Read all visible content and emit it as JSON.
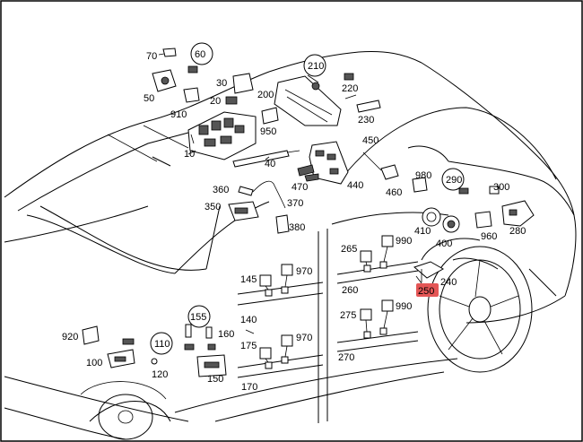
{
  "diagram": {
    "callouts": {
      "c10": "10",
      "c20": "20",
      "c30": "30",
      "c40": "40",
      "c50": "50",
      "c60": "60",
      "c70": "70",
      "c100": "100",
      "c110": "110",
      "c120": "120",
      "c140": "140",
      "c145": "145",
      "c150": "150",
      "c155": "155",
      "c160": "160",
      "c170": "170",
      "c175": "175",
      "c200": "200",
      "c210": "210",
      "c220": "220",
      "c230": "230",
      "c240": "240",
      "c250": "250",
      "c260": "260",
      "c265": "265",
      "c270": "270",
      "c275": "275",
      "c280": "280",
      "c290": "290",
      "c300": "300",
      "c350": "350",
      "c360": "360",
      "c370": "370",
      "c380": "380",
      "c400": "400",
      "c410": "410",
      "c440": "440",
      "c450": "450",
      "c460": "460",
      "c470": "470",
      "c910": "910",
      "c920": "920",
      "c950": "950",
      "c960": "960",
      "c970a": "970",
      "c970b": "970",
      "c980": "980",
      "c990a": "990",
      "c990b": "990"
    },
    "highlight_color": "#e45656"
  }
}
